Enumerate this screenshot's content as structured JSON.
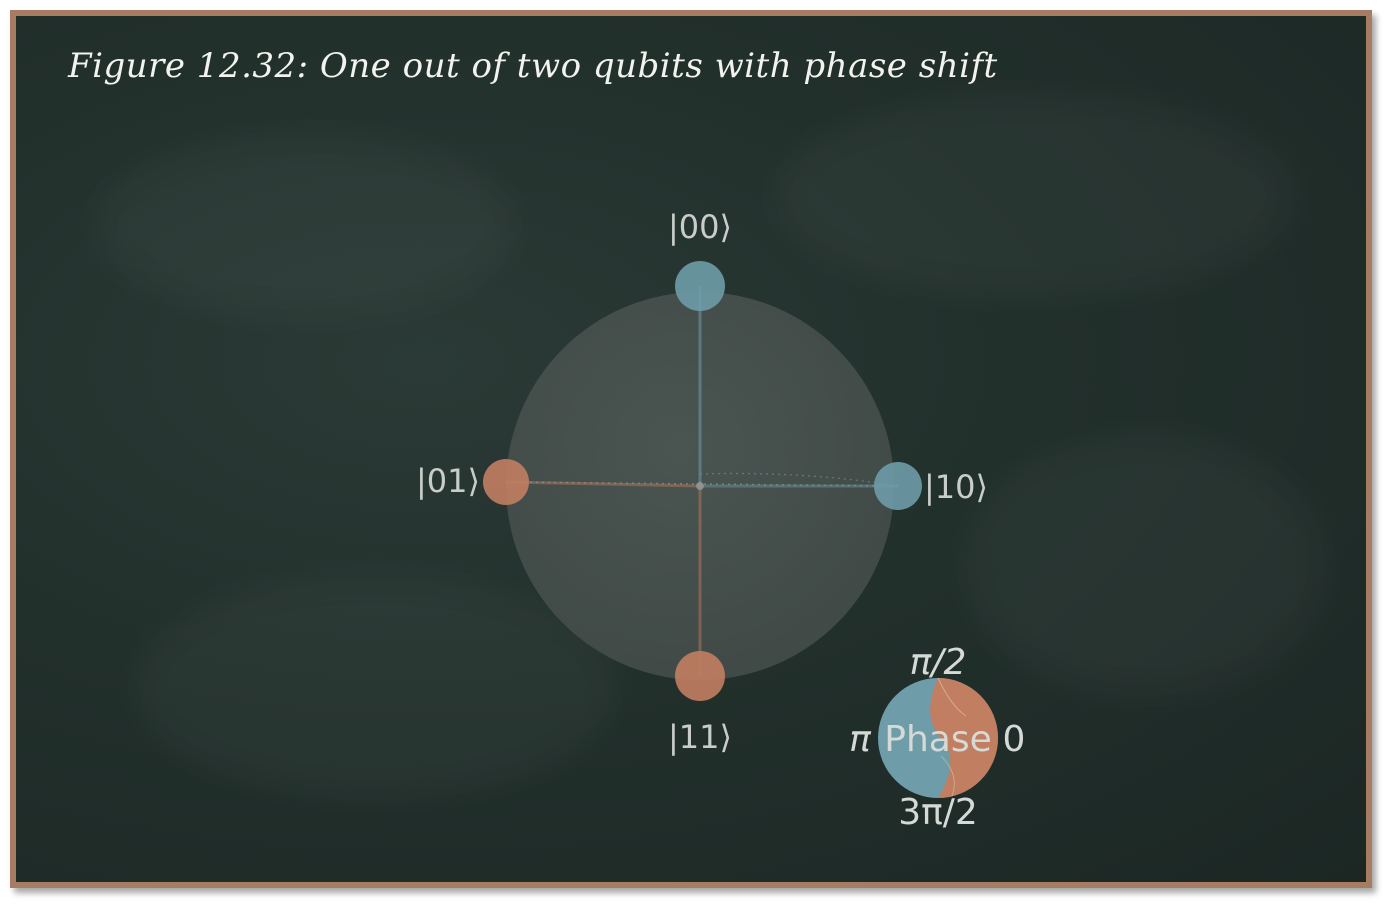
{
  "figure": {
    "title": "Figure 12.32: One out of two qubits with phase shift"
  },
  "states": [
    {
      "label": "|00⟩",
      "color": "#6e9ca8",
      "position": "top"
    },
    {
      "label": "|01⟩",
      "color": "#c17e60",
      "position": "left"
    },
    {
      "label": "|10⟩",
      "color": "#6e9ca8",
      "position": "right"
    },
    {
      "label": "|11⟩",
      "color": "#c17e60",
      "position": "bottom"
    }
  ],
  "phase_legend": {
    "top": "π/2",
    "left": "π",
    "center": "Phase",
    "right": "0",
    "bottom": "3π/2",
    "colors": {
      "positive": "#c17e60",
      "negative": "#6e9ca8"
    }
  },
  "colors": {
    "board": "#22302c",
    "frame": "#a67c62",
    "sphere": "#4a5350",
    "blue": "#6e9ca8",
    "orange": "#c17e60"
  }
}
